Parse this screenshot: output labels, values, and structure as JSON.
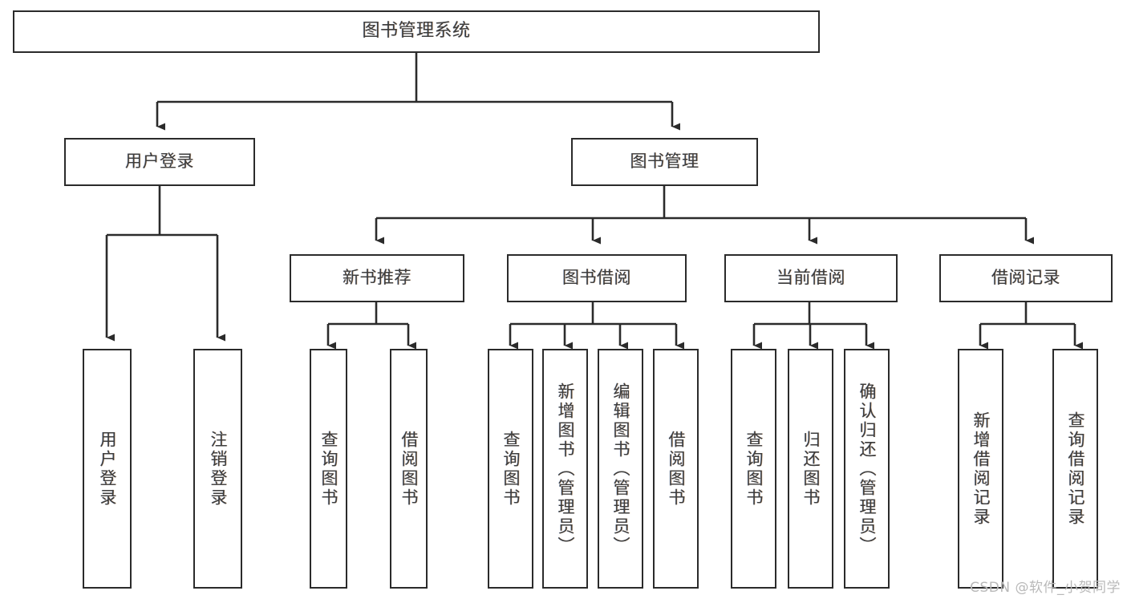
{
  "diagram": {
    "title": "图书管理系统",
    "type": "tree",
    "watermark": "CSDN @软件_小贺同学",
    "stroke_color": "#2b2b2b",
    "text_color": "#3d3d3d",
    "background_color": "#ffffff"
  },
  "nodes": {
    "root": {
      "label": "图书管理系统"
    },
    "level1": [
      {
        "id": "user-login",
        "label": "用户登录"
      },
      {
        "id": "book-manage",
        "label": "图书管理"
      }
    ],
    "level2": [
      {
        "id": "new-book-recommend",
        "label": "新书推荐"
      },
      {
        "id": "book-borrow",
        "label": "图书借阅"
      },
      {
        "id": "current-borrow",
        "label": "当前借阅"
      },
      {
        "id": "borrow-record",
        "label": "借阅记录"
      }
    ],
    "leaves": {
      "user_login": [
        {
          "id": "leaf-user-login",
          "label": "用户登录"
        },
        {
          "id": "leaf-logout-login",
          "label": "注销登录"
        }
      ],
      "new_book_recommend": [
        {
          "id": "leaf-query-book-1",
          "label": "查询图书"
        },
        {
          "id": "leaf-borrow-book-1",
          "label": "借阅图书"
        }
      ],
      "book_borrow": [
        {
          "id": "leaf-query-book-2",
          "label": "查询图书"
        },
        {
          "id": "leaf-add-book",
          "label": "新增图书（管理员）"
        },
        {
          "id": "leaf-edit-book",
          "label": "编辑图书（管理员）"
        },
        {
          "id": "leaf-borrow-book-2",
          "label": "借阅图书"
        }
      ],
      "current_borrow": [
        {
          "id": "leaf-query-book-3",
          "label": "查询图书"
        },
        {
          "id": "leaf-return-book",
          "label": "归还图书"
        },
        {
          "id": "leaf-confirm-return",
          "label": "确认归还（管理员）"
        }
      ],
      "borrow_record": [
        {
          "id": "leaf-add-record",
          "label": "新增借阅记录"
        },
        {
          "id": "leaf-query-record",
          "label": "查询借阅记录"
        }
      ]
    }
  }
}
